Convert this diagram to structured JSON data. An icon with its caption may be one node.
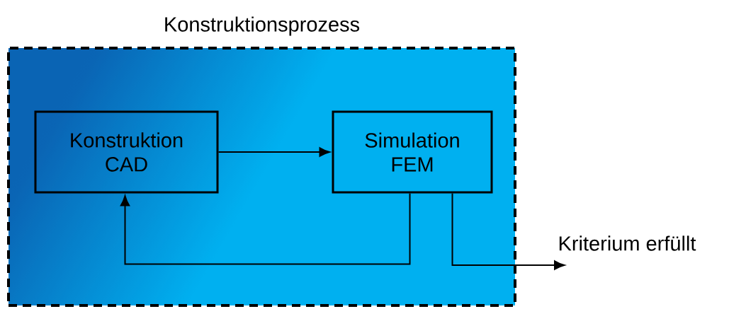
{
  "diagram": {
    "nodes": [
      {
        "text": [
          "Konstruktionsprozess"
        ]
      },
      {
        "text": [
          "Konstruktion CAD"
        ],
        "in": 0
      },
      {
        "text": [
          "Simulation FEM"
        ],
        "in": 0
      }
    ],
    "edges": [
      {
        "from": 1,
        "to": 2,
        "arrow": "to"
      },
      {
        "from": 2,
        "to": 1,
        "arrow": "to"
      },
      {
        "from": 2,
        "to": null,
        "arrow": "to",
        "label": "Kriterium erfüllt"
      }
    ]
  }
}
